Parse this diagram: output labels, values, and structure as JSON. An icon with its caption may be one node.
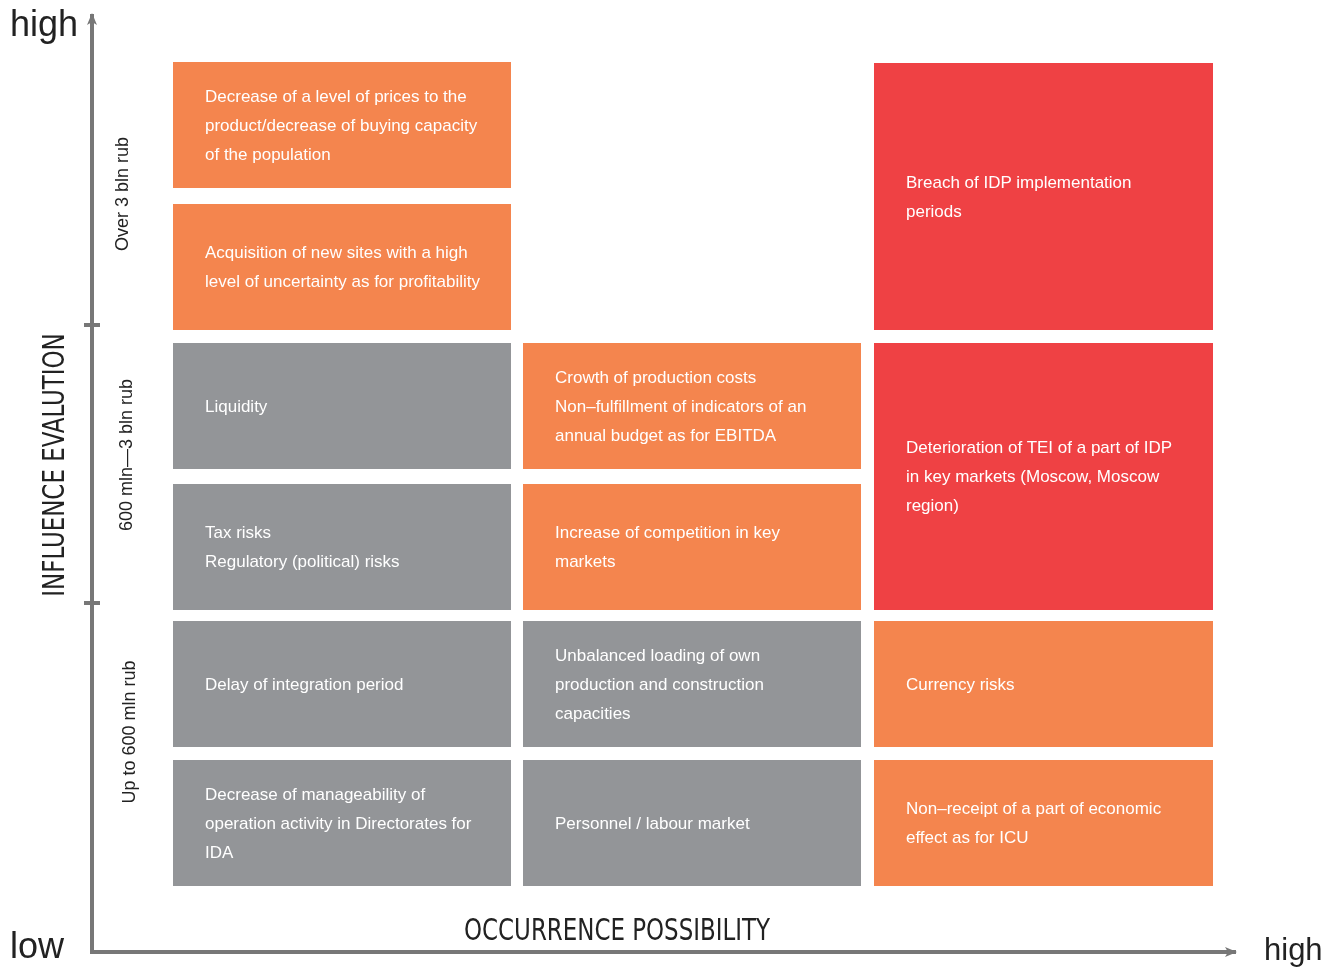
{
  "diagram": {
    "nodes": [
      {
        "text": [
          "Decrease of a level of prices to the product/decrease of buying capacity of the population"
        ]
      },
      {
        "text": [
          "Acquisition of new sites with a high level of uncertainty as for profitability"
        ]
      },
      {
        "text": [
          "Breach of IDP implementation periods"
        ]
      },
      {
        "text": [
          "Liquidity"
        ]
      },
      {
        "text": [
          "Crowth of production costs",
          "Non–fulfillment of indicators of an annual budget as for EBITDA"
        ]
      },
      {
        "text": [
          "Deterioration of TEI of a part of IDP in key markets (Moscow, Moscow region)"
        ]
      },
      {
        "text": [
          "Tax risks",
          "Regulatory (political) risks"
        ]
      },
      {
        "text": [
          "Increase of competition in key markets"
        ]
      },
      {
        "text": [
          "Delay of integration period"
        ]
      },
      {
        "text": [
          "Unbalanced loading of own production and construction capacities"
        ]
      },
      {
        "text": [
          "Currency risks"
        ]
      },
      {
        "text": [
          "Decrease of manageability of operation activity in Directorates for IDA"
        ]
      },
      {
        "text": [
          "Personnel / labour market"
        ]
      },
      {
        "text": [
          "Non–receipt of a part of economic effect as for ICU"
        ]
      }
    ],
    "labels": [
      "high",
      "INFLUENCE EVALUTION",
      "Over 3 bln rub",
      "600 mln—3 bln rub",
      "Up to 600 mln rub",
      "OCCURRENCE POSSIBILITY",
      "low",
      "high"
    ]
  }
}
